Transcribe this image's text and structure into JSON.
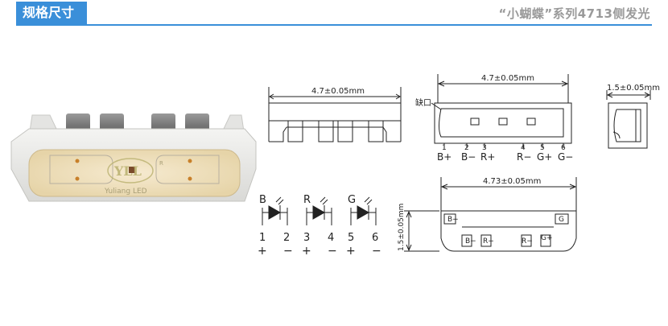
{
  "header": {
    "section_label": "规格尺寸",
    "title": "“小蝴蝶”系列4713侧发光"
  },
  "photo": {
    "brand_logo": "YLL",
    "brand_name": "Yuliang LED",
    "mark": "R"
  },
  "side_view": {
    "width_dim": "4.7±0.05mm"
  },
  "top_view": {
    "width_dim": "4.7±0.05mm",
    "notch_label": "缺口",
    "pin_numbers": [
      "1",
      "2",
      "3",
      "4",
      "5",
      "6"
    ],
    "pin_labels": [
      "B+",
      "B−",
      "R+",
      "R−",
      "G+",
      "G−"
    ]
  },
  "end_view": {
    "width_dim": "1.5±0.05mm"
  },
  "bottom_view": {
    "width_dim": "4.73±0.05mm",
    "height_dim": "1.5±0.05mm",
    "pad_labels": [
      "B+",
      "B−",
      "R+",
      "R−",
      "G+",
      "G"
    ]
  },
  "schematic": {
    "diodes": [
      {
        "color": "B",
        "pins": [
          "1",
          "2"
        ],
        "signs": [
          "+",
          "−"
        ]
      },
      {
        "color": "R",
        "pins": [
          "3",
          "4"
        ],
        "signs": [
          "+",
          "−"
        ]
      },
      {
        "color": "G",
        "pins": [
          "5",
          "6"
        ],
        "signs": [
          "+",
          "−"
        ]
      }
    ]
  }
}
